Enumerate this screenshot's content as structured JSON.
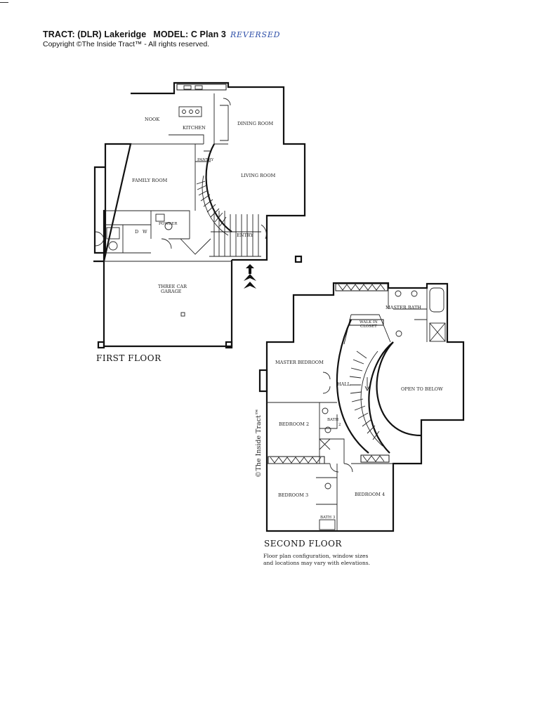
{
  "header": {
    "tract": "TRACT: (DLR) Lakeridge",
    "model": "MODEL: C Plan 3",
    "note": "REVERSED",
    "copyright": "Copyright  ©The Inside Tract™ - All rights reserved."
  },
  "first_floor": {
    "title": "FIRST FLOOR",
    "rooms": {
      "nook": "NOOK",
      "kitchen": "KITCHEN",
      "dining": "DINING ROOM",
      "pantry": "PANTRY",
      "family": "FAMILY ROOM",
      "living": "LIVING ROOM",
      "powder": "POWDER",
      "dw": "D",
      "ww": "W",
      "entry": "ENTRY",
      "garage_1": "THREE CAR",
      "garage_2": "GARAGE"
    }
  },
  "second_floor": {
    "title": "SECOND FLOOR",
    "rooms": {
      "master_bath": "MASTER BATH",
      "walkin_1": "WALK IN",
      "walkin_2": "CLOSET",
      "master_bed": "MASTER BEDROOM",
      "hall": "HALL",
      "open": "OPEN TO BELOW",
      "bed2": "BEDROOM 2",
      "bath2_1": "BATH",
      "bath2_2": "2",
      "bed3": "BEDROOM 3",
      "bed4": "BEDROOM 4",
      "bath3": "BATH 3"
    }
  },
  "watermark": "©The Inside Tract™",
  "disclaimer": {
    "line1": "Floor plan configuration, window sizes",
    "line2": "and locations may vary with elevations."
  }
}
